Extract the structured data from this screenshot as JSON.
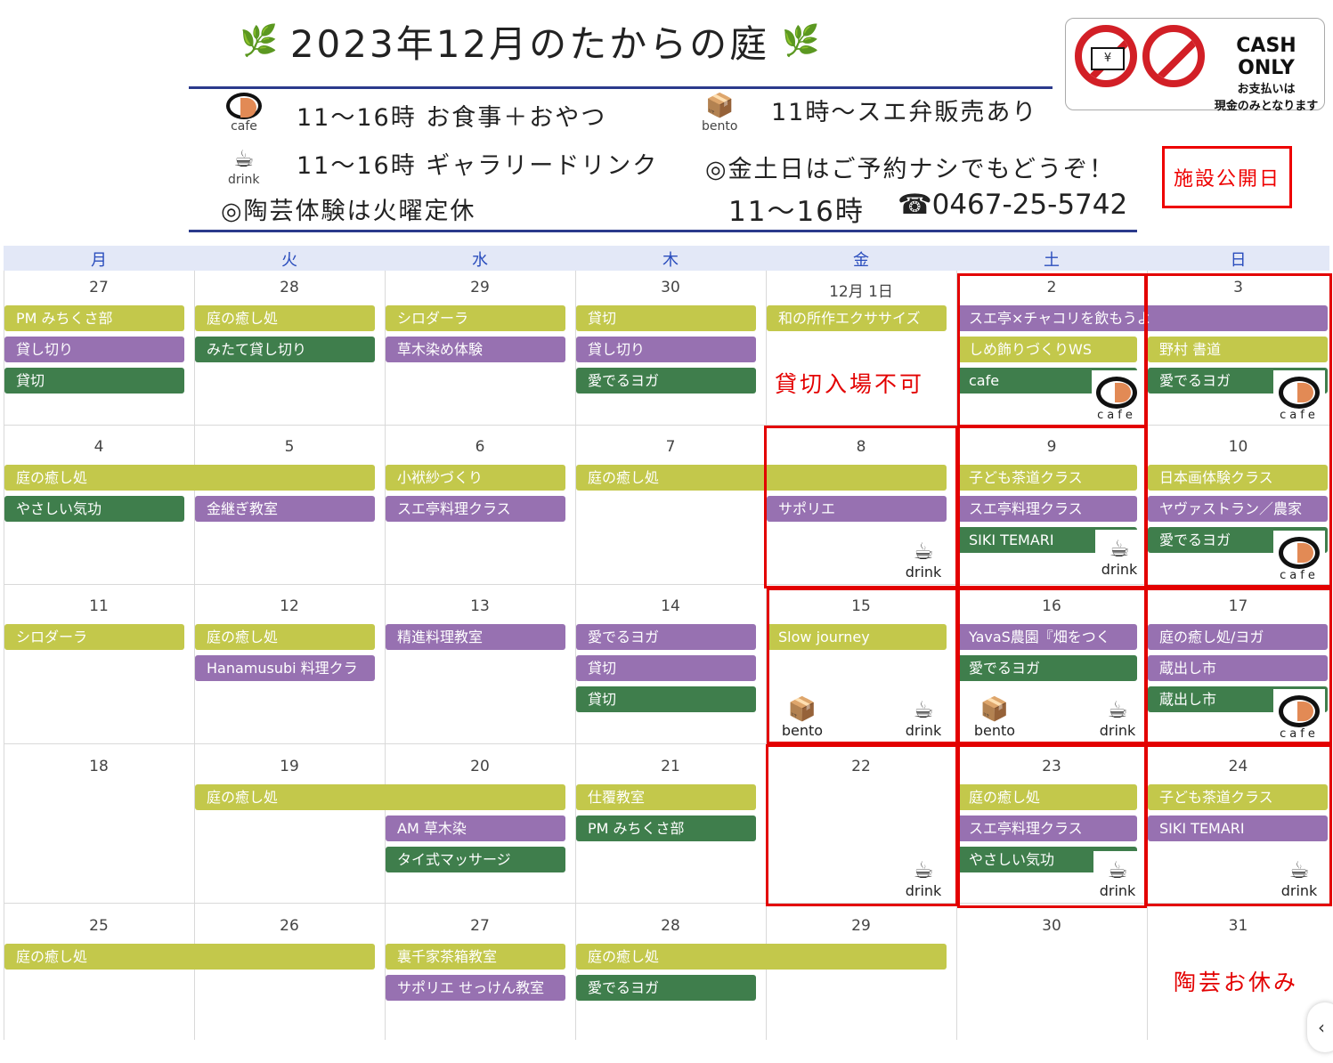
{
  "header": {
    "title": "2023年12月のたからの庭",
    "line1": "11～16時 お食事＋おやつ",
    "line1_icon_label": "cafe",
    "line2": "11～16時 ギャラリードリンク",
    "line2_icon_label": "drink",
    "line3": "◎陶芸体験は火曜定休",
    "line4": "11時～スエ弁販売あり",
    "line4_icon_label": "bento",
    "line5": "◎金土日はご予約ナシでもどうぞ！",
    "line6": "11～16時",
    "phone": "☎0467-25-5742"
  },
  "cash": {
    "title": "CASH ONLY",
    "sub1": "お支払いは",
    "sub2": "現金のみとなります",
    "yen": "¥"
  },
  "legend": {
    "facility_open": "施設公開日"
  },
  "weekdays": [
    "月",
    "火",
    "水",
    "木",
    "金",
    "土",
    "日"
  ],
  "dates": {
    "w1": [
      "27",
      "28",
      "29",
      "30",
      "12月 1日",
      "2",
      "3"
    ],
    "w2": [
      "4",
      "5",
      "6",
      "7",
      "8",
      "9",
      "10"
    ],
    "w3": [
      "11",
      "12",
      "13",
      "14",
      "15",
      "16",
      "17"
    ],
    "w4": [
      "18",
      "19",
      "20",
      "21",
      "22",
      "23",
      "24"
    ],
    "w5": [
      "25",
      "26",
      "27",
      "28",
      "29",
      "30",
      "31"
    ]
  },
  "events": {
    "w1": {
      "mon": [
        "PM みちくさ部",
        "貸し切り",
        "貸切"
      ],
      "tue": [
        "庭の癒し処",
        "みたて貸し切り"
      ],
      "wed": [
        "シロダーラ",
        "草木染め体験"
      ],
      "thu": [
        "貸切",
        "貸し切り",
        "愛でるヨガ"
      ],
      "fri": [
        "和の所作エクササイズ"
      ],
      "satsun": "スエ亭×チャコリを飲もうよ",
      "sat": [
        "しめ飾りづくりWS",
        "cafe"
      ],
      "sun": [
        "野村 書道",
        "愛でるヨガ"
      ]
    },
    "w2": {
      "montue": "庭の癒し処",
      "mon": [
        "やさしい気功"
      ],
      "tue": [
        "金継ぎ教室"
      ],
      "wed": [
        "小袱紗づくり",
        "スエ亭料理クラス"
      ],
      "thufri": "庭の癒し処",
      "fri": [
        "サポリエ"
      ],
      "sat": [
        "子ども茶道クラス",
        "スエ亭料理クラス",
        "SIKI TEMARI"
      ],
      "sun": [
        "日本画体験クラス",
        "ヤヴァストラン／農家",
        "愛でるヨガ"
      ]
    },
    "w3": {
      "mon": [
        "シロダーラ"
      ],
      "tue": [
        "庭の癒し処",
        "Hanamusubi 料理クラ"
      ],
      "wed": [
        "精進料理教室"
      ],
      "thu": [
        "愛でるヨガ",
        "貸切",
        "貸切"
      ],
      "fri": [
        "Slow journey"
      ],
      "sat": [
        "YavaS農園『畑をつく",
        "愛でるヨガ"
      ],
      "sun": [
        "庭の癒し処/ヨガ",
        "蔵出し市",
        "蔵出し市"
      ]
    },
    "w4": {
      "tuewed": "庭の癒し処",
      "wed": [
        "AM 草木染",
        "タイ式マッサージ"
      ],
      "thu": [
        "仕覆教室",
        "PM みちくさ部"
      ],
      "sat": [
        "庭の癒し処",
        "スエ亭料理クラス",
        "やさしい気功"
      ],
      "sun": [
        "子ども茶道クラス",
        "SIKI TEMARI"
      ]
    },
    "w5": {
      "montue": "庭の癒し処",
      "wed": [
        "裏千家茶箱教室",
        "サポリエ せっけん教室"
      ],
      "thufri": "庭の癒し処",
      "thu": [
        "愛でるヨガ"
      ]
    }
  },
  "notes": {
    "kashikiri": "貸切入場不可",
    "tougei_off": "陶芸お休み"
  },
  "badges": {
    "cafe": "cafe",
    "drink": "drink",
    "bento": "bento"
  },
  "colors": {
    "olive": "#c3c84b",
    "purple": "#9771b1",
    "green": "#3f7e4c",
    "red": "#e30000",
    "weekday_blue": "#2a4dbd"
  }
}
